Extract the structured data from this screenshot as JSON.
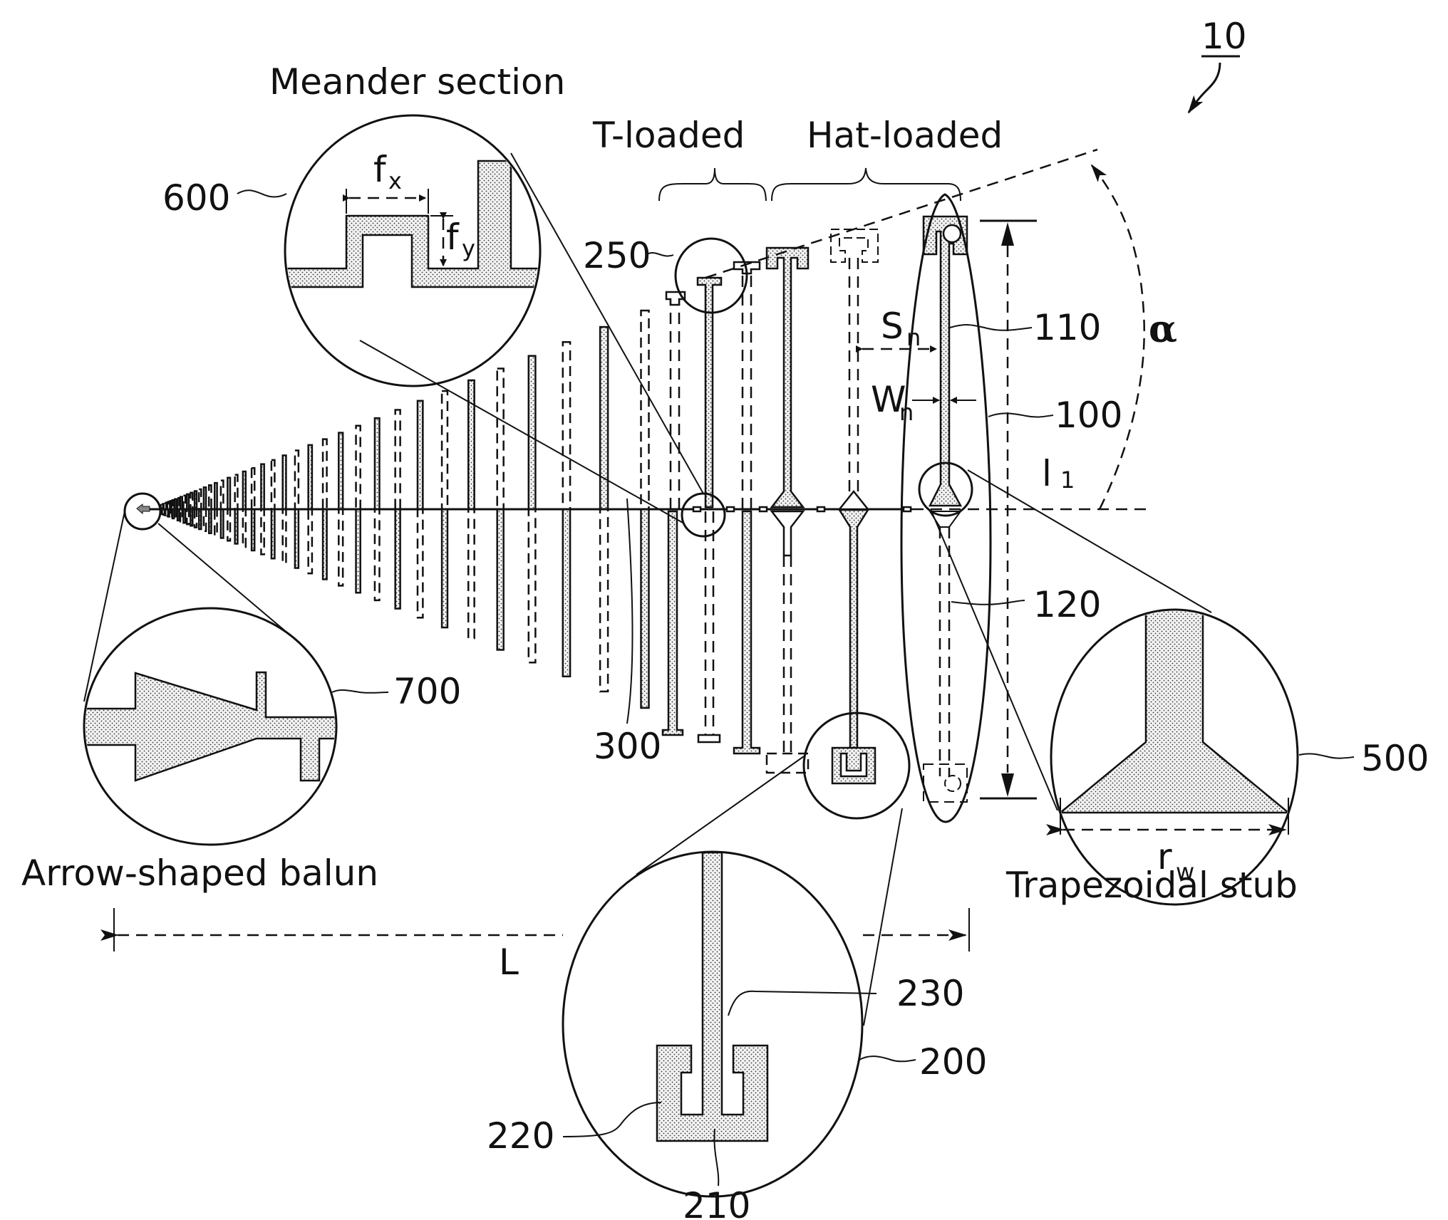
{
  "figure": {
    "ref_number": "10",
    "labels": {
      "meander_section": "Meander section",
      "t_loaded": "T-loaded",
      "hat_loaded": "Hat-loaded",
      "arrow_balun": "Arrow-shaped balun",
      "trapezoidal_stub": "Trapezoidal stub"
    },
    "reference_numerals": {
      "r600": "600",
      "r250": "250",
      "r110": "110",
      "r100": "100",
      "r120": "120",
      "r700": "700",
      "r300": "300",
      "r500": "500",
      "r230": "230",
      "r200": "200",
      "r220": "220",
      "r210": "210"
    },
    "dimensions": {
      "fx": "f",
      "fx_sub": "x",
      "fy": "f",
      "fy_sub": "y",
      "sn": "S",
      "sn_sub": "n",
      "wn": "W",
      "wn_sub": "n",
      "l1": "l",
      "l1_sub": "1",
      "alpha": "α",
      "L": "L",
      "rw": "r",
      "rw_sub": "w"
    }
  }
}
